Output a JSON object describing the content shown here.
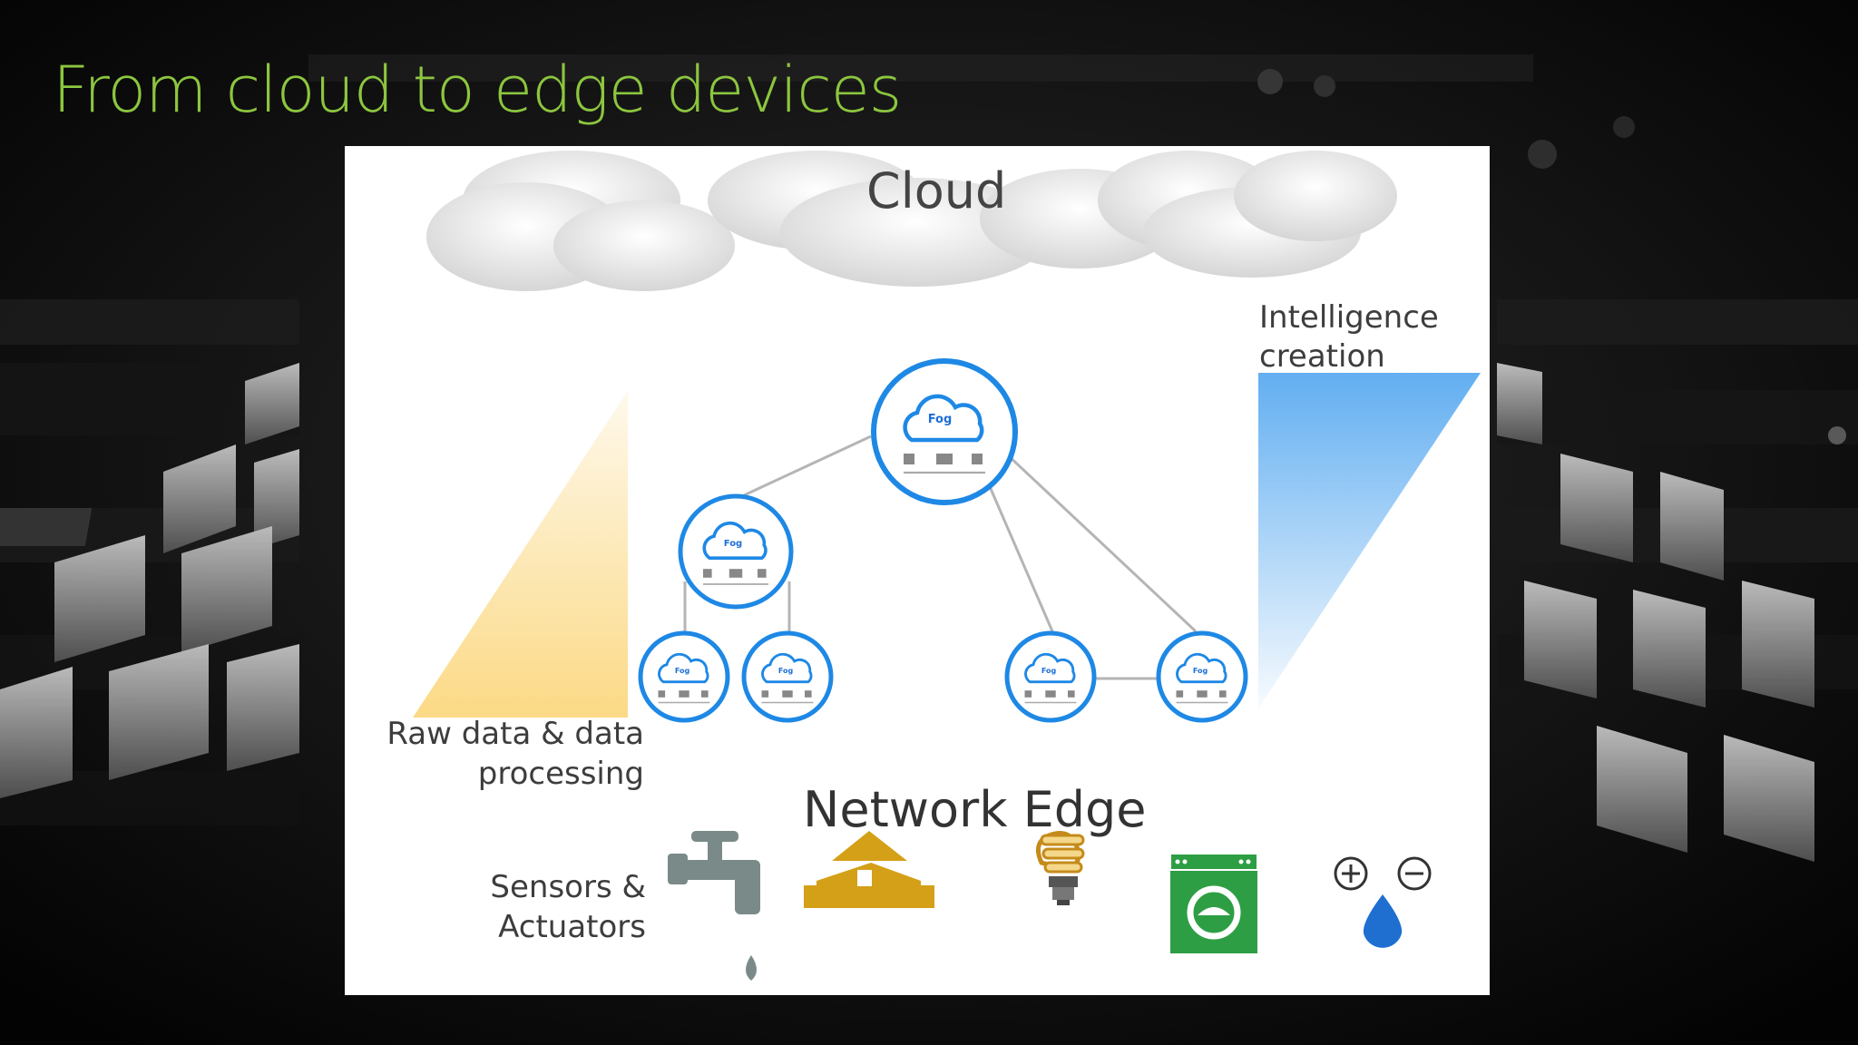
{
  "slide": {
    "title": "From cloud to edge devices"
  },
  "diagram": {
    "cloud_label": "Cloud",
    "intelligence_label": "Intelligence creation",
    "raw_data_label": "Raw data & data processing",
    "network_edge_label": "Network Edge",
    "sensors_label": "Sensors & Actuators",
    "fog_node_text": "Fog",
    "colors": {
      "title": "#8cc63f",
      "fog_ring": "#1e88e5",
      "raw_data_triangle": "#fbd77f",
      "intelligence_triangle": "#5aaaf0",
      "house": "#d4a017",
      "washer": "#2e9e44",
      "faucet": "#7a8a88",
      "water_drop": "#1e6fd0"
    },
    "devices": [
      "faucet-icon",
      "house-icon",
      "light-bulb-icon",
      "washing-machine-icon",
      "water-drop-plus-minus-icon"
    ]
  }
}
